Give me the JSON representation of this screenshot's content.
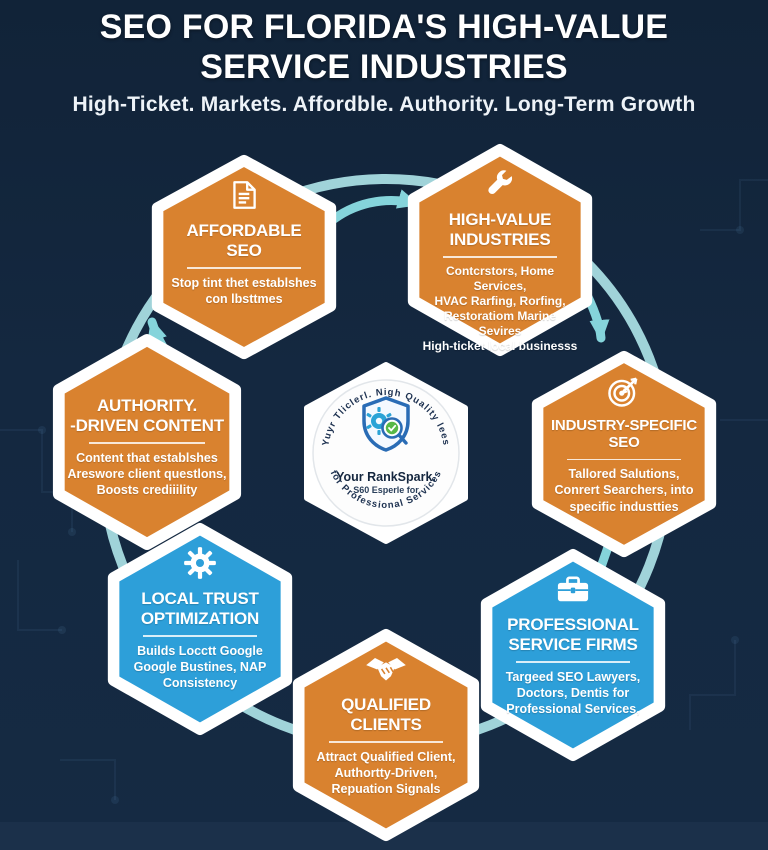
{
  "header": {
    "title": "SEO FOR FLORIDA'S HIGH-VALUE\nSERVICE INDUSTRIES",
    "subtitle": "High-Ticket. Markets. Affordble. Authority. Long-Term Growth"
  },
  "center_badge": {
    "arc_top": "Yuyr Tliclerl. Nigh Quality lees",
    "brand": "Your RankSpark.",
    "line2": "S60 Esperle for",
    "arc_bottom": "for Professional Services",
    "icon": "shield-search-icon"
  },
  "nodes": [
    {
      "id": "affordable-seo",
      "title": "AFFORDABLE\nSEO",
      "body": "Stop tint thet establshes\ncon lbsttmes",
      "icon": "document-icon",
      "color": "#d9822f"
    },
    {
      "id": "high-value-industries",
      "title": "HIGH-VALUE\nINDUSTRIES",
      "body": "Contcrstors, Home Services,\nHVAC Rarfing, Rorfing,\nRestoratiom Marine Sevires\nHigh-ticket local businesss",
      "icon": "wrench-icon",
      "color": "#d9822f"
    },
    {
      "id": "industry-specific-seo",
      "title": "INDUSTRY-SPECIFIC\nSEO",
      "body": "Tallored Salutions,\nConrert Searchers, into\nspecific industties",
      "icon": "target-icon",
      "color": "#d9822f"
    },
    {
      "id": "professional-service-firms",
      "title": "PROFESSIONAL\nSERVICE FIRMS",
      "body": "Targeed SEO Lawyers,\nDoctors, Dentis for\nProfessional Services,",
      "icon": "briefcase-icon",
      "color": "#2d9fd9"
    },
    {
      "id": "qualified-clients",
      "title": "QUALIFIED\nCLIENTS",
      "body": "Attract Qualified Client,\nAuthortty-Driven,\nRepuation Signals",
      "icon": "handshake-icon",
      "color": "#d9822f"
    },
    {
      "id": "local-trust-optimization",
      "title": "LOCAL TRUST\nOPTIMIZATION",
      "body": "Builds Locctt Google\nGoogle Bustines, NAP\nConsistency",
      "icon": "gear-icon",
      "color": "#2d9fd9"
    },
    {
      "id": "authority-driven-content",
      "title": "AUTHORITY.\n-DRIVEN CONTENT",
      "body": "Content that establshes\nAreswore client questlons,\nBoosts crediiility",
      "icon": "none",
      "color": "#d9822f"
    }
  ],
  "colors": {
    "background": "#142840",
    "bottom_strip": "#1b304a",
    "hex_orange": "#d9822f",
    "hex_blue": "#2d9fd9",
    "ring_teal": "#a8dce2",
    "arrow_teal": "#85d4db",
    "badge_text_navy": "#1d3150",
    "shield_blue": "#2a6cb5",
    "gear_teal": "#2ba3d6",
    "check_green": "#58b847",
    "white": "#ffffff"
  }
}
